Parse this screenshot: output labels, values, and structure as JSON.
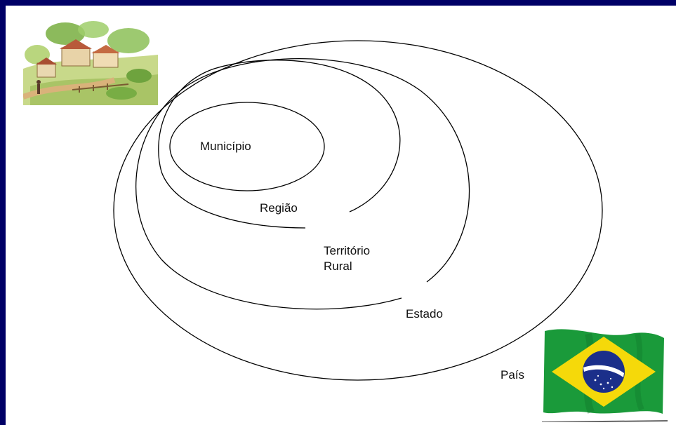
{
  "diagram": {
    "levels": [
      {
        "key": "municipio",
        "label": "Município"
      },
      {
        "key": "regiao",
        "label": "Região"
      },
      {
        "key": "territorio",
        "label": "Território Rural"
      },
      {
        "key": "estado",
        "label": "Estado"
      },
      {
        "key": "pais",
        "label": "País"
      }
    ],
    "territorio_line1": "Território",
    "territorio_line2": "Rural"
  },
  "illustrations": {
    "top_left": "village-watercolor-illustration",
    "bottom_right": "brazil-flag-illustration"
  },
  "colors": {
    "frame": "#000066",
    "background": "#ffffff",
    "lines": "#000000",
    "flag_green": "#1a9a3a",
    "flag_yellow": "#f5d90a",
    "flag_blue": "#1b2f8a"
  }
}
